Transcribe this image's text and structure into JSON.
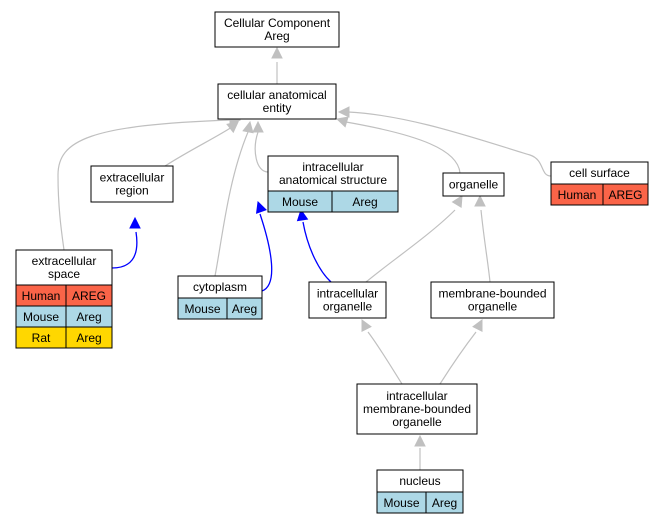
{
  "colors": {
    "human": "#fa6448",
    "mouse": "#add8e6",
    "rat": "#ffd700",
    "edge_default": "#c0c0c0",
    "edge_highlight": "#0000ff",
    "node_border": "#000000",
    "background": "#ffffff"
  },
  "nodes": {
    "root": {
      "lines": [
        "Cellular Component",
        "Areg"
      ]
    },
    "cae": {
      "lines": [
        "cellular anatomical",
        "entity"
      ]
    },
    "extracellular_region": {
      "lines": [
        "extracellular",
        "region"
      ]
    },
    "intracellular_anatomical_structure": {
      "lines": [
        "intracellular",
        "anatomical structure"
      ],
      "annotations": [
        {
          "species": "Mouse",
          "gene": "Areg",
          "color": "#add8e6"
        }
      ]
    },
    "organelle": {
      "lines": [
        "organelle"
      ]
    },
    "cell_surface": {
      "lines": [
        "cell surface"
      ],
      "annotations": [
        {
          "species": "Human",
          "gene": "AREG",
          "color": "#fa6448"
        }
      ]
    },
    "extracellular_space": {
      "lines": [
        "extracellular",
        "space"
      ],
      "annotations": [
        {
          "species": "Human",
          "gene": "AREG",
          "color": "#fa6448"
        },
        {
          "species": "Mouse",
          "gene": "Areg",
          "color": "#add8e6"
        },
        {
          "species": "Rat",
          "gene": "Areg",
          "color": "#ffd700"
        }
      ]
    },
    "cytoplasm": {
      "lines": [
        "cytoplasm"
      ],
      "annotations": [
        {
          "species": "Mouse",
          "gene": "Areg",
          "color": "#add8e6"
        }
      ]
    },
    "intracellular_organelle": {
      "lines": [
        "intracellular",
        "organelle"
      ]
    },
    "membrane_bounded_organelle": {
      "lines": [
        "membrane-bounded",
        "organelle"
      ]
    },
    "intracellular_membrane_bounded_organelle": {
      "lines": [
        "intracellular",
        "membrane-bounded",
        "organelle"
      ]
    },
    "nucleus": {
      "lines": [
        "nucleus"
      ],
      "annotations": [
        {
          "species": "Mouse",
          "gene": "Areg",
          "color": "#add8e6"
        }
      ]
    }
  },
  "edges": [
    {
      "from": "cae",
      "to": "root",
      "highlight": false
    },
    {
      "from": "extracellular_region",
      "to": "cae",
      "highlight": false
    },
    {
      "from": "extracellular_space",
      "to": "cae",
      "highlight": false
    },
    {
      "from": "cytoplasm",
      "to": "cae",
      "highlight": false
    },
    {
      "from": "intracellular_anatomical_structure",
      "to": "cae",
      "highlight": false
    },
    {
      "from": "organelle",
      "to": "cae",
      "highlight": false
    },
    {
      "from": "cell_surface",
      "to": "cae",
      "highlight": false
    },
    {
      "from": "extracellular_space",
      "to": "extracellular_region",
      "highlight": true
    },
    {
      "from": "cytoplasm",
      "to": "intracellular_anatomical_structure",
      "highlight": true
    },
    {
      "from": "intracellular_organelle",
      "to": "intracellular_anatomical_structure",
      "highlight": true
    },
    {
      "from": "intracellular_organelle",
      "to": "organelle",
      "highlight": false
    },
    {
      "from": "membrane_bounded_organelle",
      "to": "organelle",
      "highlight": false
    },
    {
      "from": "intracellular_membrane_bounded_organelle",
      "to": "intracellular_organelle",
      "highlight": false
    },
    {
      "from": "intracellular_membrane_bounded_organelle",
      "to": "membrane_bounded_organelle",
      "highlight": false
    },
    {
      "from": "nucleus",
      "to": "intracellular_membrane_bounded_organelle",
      "highlight": false
    }
  ]
}
